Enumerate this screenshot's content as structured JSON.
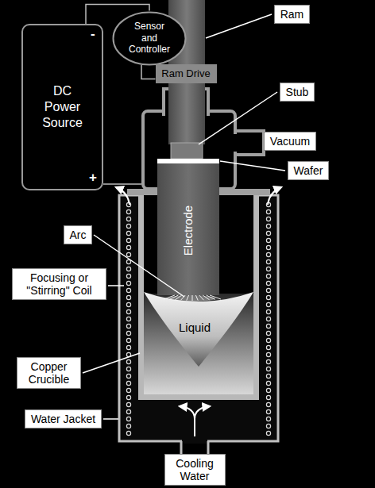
{
  "diagram": {
    "nodes": [
      {
        "text": [
          "Ram"
        ]
      },
      {
        "text": [
          "Sensor and Controller"
        ]
      },
      {
        "text": [
          "DC Power Source"
        ]
      },
      {
        "text": [
          "Ram Drive"
        ]
      },
      {
        "text": [
          "Stub"
        ]
      },
      {
        "text": [
          "Vacuum"
        ]
      },
      {
        "text": [
          "Wafer"
        ]
      },
      {
        "text": [
          "Arc"
        ]
      },
      {
        "text": [
          "Focusing or \"Stirring\" Coil"
        ]
      },
      {
        "text": [
          "Copper Crucible"
        ]
      },
      {
        "text": [
          "Water Jacket"
        ]
      },
      {
        "text": [
          "Cooling Water"
        ]
      }
    ],
    "edges": [
      {
        "from": 2,
        "to": 1,
        "arrow": "none"
      },
      {
        "from": 1,
        "to": 3,
        "arrow": "none"
      }
    ],
    "labels": [
      "-",
      "+",
      "Electrode",
      "Liquid"
    ]
  }
}
